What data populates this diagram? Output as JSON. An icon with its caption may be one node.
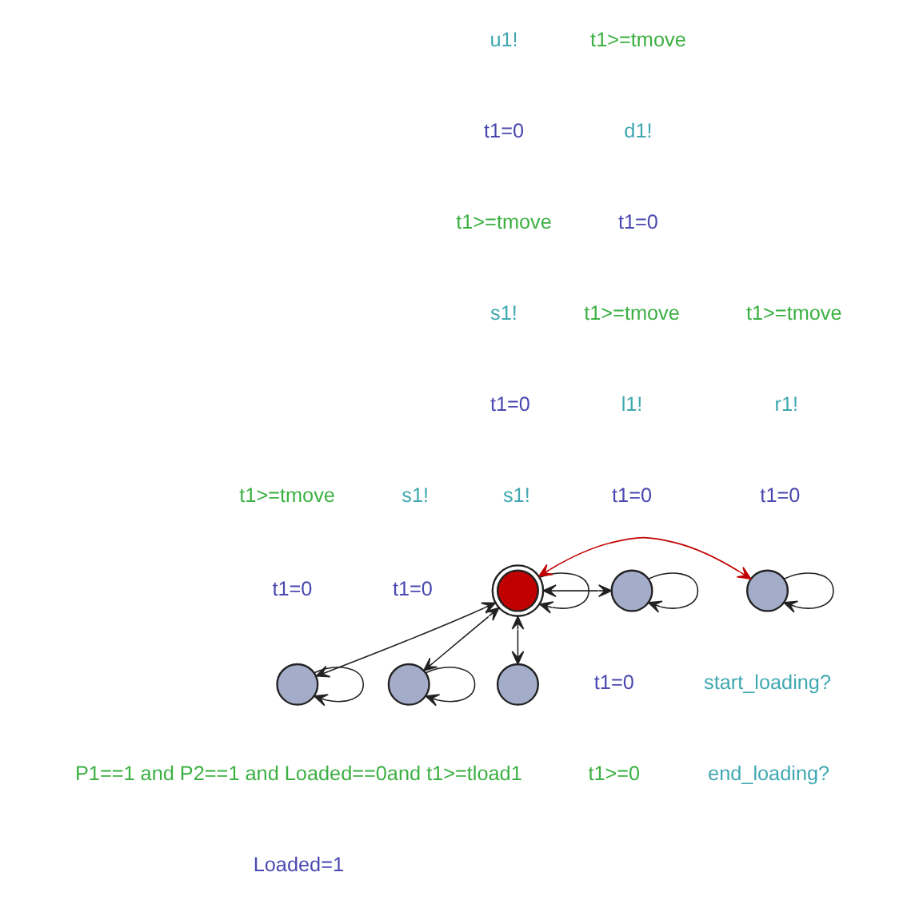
{
  "diagram": {
    "nodes": [
      {
        "text": [],
        "shape": "circle"
      },
      {
        "text": [],
        "shape": "circle"
      },
      {
        "text": [],
        "shape": "circle"
      },
      {
        "text": [],
        "shape": "circle"
      },
      {
        "text": [],
        "shape": "circle"
      },
      {
        "text": [],
        "shape": "circle"
      }
    ],
    "edges": [
      {
        "from": 1,
        "to": 1,
        "arrow": "to"
      },
      {
        "from": 2,
        "to": 2,
        "arrow": "to"
      },
      {
        "from": 0,
        "to": 0,
        "arrow": "to"
      },
      {
        "from": 3,
        "to": 3,
        "arrow": "to"
      },
      {
        "from": 4,
        "to": 4,
        "arrow": "to"
      },
      {
        "from": 0,
        "to": 1,
        "arrow": "both"
      },
      {
        "from": 0,
        "to": 2,
        "arrow": "both"
      },
      {
        "from": 0,
        "to": 3,
        "arrow": "both",
        "color": "#c00000"
      },
      {
        "from": 0,
        "to": 4,
        "arrow": "both"
      },
      {
        "from": 0,
        "to": 5,
        "arrow": "both"
      }
    ],
    "labels": [
      "t1>=tmove",
      "t1=0",
      "t1>=tmove",
      "l1!",
      "t1=0",
      "u1!",
      "t1=0",
      "t1>=tmove",
      "r1!",
      "t1=0",
      "t1>=tmove",
      "s1!",
      "t1=0",
      "s1!",
      "t1=0",
      "t1>=0",
      "start_loading?",
      "end_loading?",
      "s1!",
      "t1=0",
      "t1>=tmove",
      "d1!",
      "t1=0",
      "P1==1 and P2==1 and Loaded==0and t1>=tload1",
      "Loaded=1"
    ]
  }
}
